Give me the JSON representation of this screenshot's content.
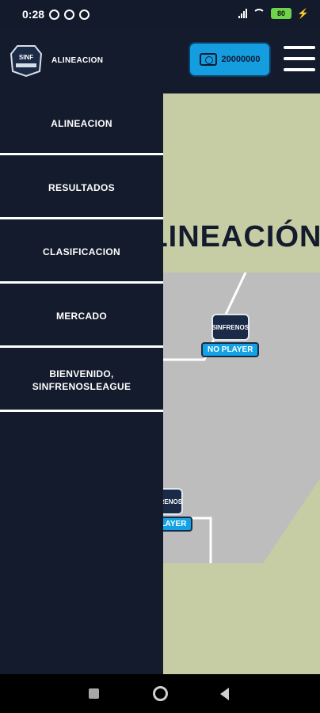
{
  "status_bar": {
    "time": "0:28",
    "battery": "80"
  },
  "header": {
    "title": "ALINEACION",
    "coins": "20000000"
  },
  "content": {
    "heading": "ALINEACIÓN",
    "player_label": "NO PLAYER",
    "badge_text": "SINFRENOS"
  },
  "drawer": {
    "items": [
      {
        "label": "ALINEACION"
      },
      {
        "label": "RESULTADOS"
      },
      {
        "label": "CLASIFICACION"
      },
      {
        "label": "MERCADO"
      },
      {
        "label": "BIENVENIDO,\nSINFRENOSLEAGUE"
      }
    ]
  },
  "colors": {
    "navy": "#141b2c",
    "accent_blue": "#149ee0",
    "field_gray": "#bdbdbd",
    "olive": "#c6cda5"
  },
  "icons": {
    "menu": "hamburger-icon",
    "coins": "coin-wallet-icon",
    "logo": "sinfrenos-shield-logo"
  }
}
